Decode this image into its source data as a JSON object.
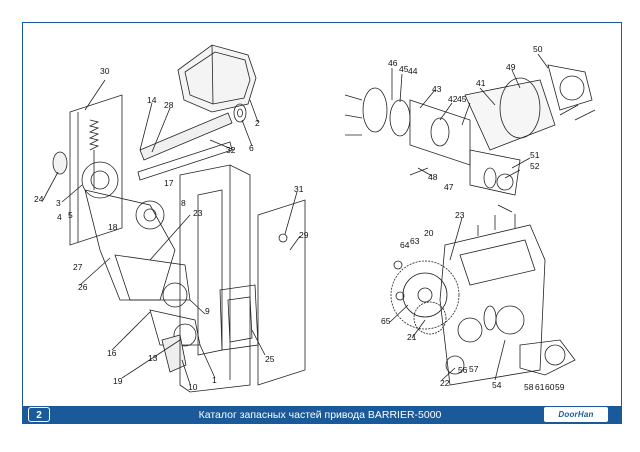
{
  "footer": {
    "page_number": "2",
    "caption": "Каталог запасных частей привода BARRIER-5000",
    "logo": "DoorHan"
  },
  "callouts": {
    "left": [
      "30",
      "14",
      "28",
      "2",
      "6",
      "32",
      "24",
      "3",
      "4",
      "5",
      "17",
      "8",
      "31",
      "29",
      "23",
      "18",
      "27",
      "26",
      "9",
      "16",
      "13",
      "10",
      "1",
      "25",
      "19"
    ],
    "right": [
      "50",
      "46",
      "45",
      "44",
      "43",
      "42",
      "45",
      "41",
      "49",
      "48",
      "47",
      "52",
      "51",
      "23",
      "20",
      "64",
      "63",
      "65",
      "21",
      "22",
      "56",
      "57",
      "54",
      "58",
      "61",
      "60",
      "59"
    ]
  },
  "colors": {
    "accent": "#1a5a9a",
    "line": "#222222"
  }
}
